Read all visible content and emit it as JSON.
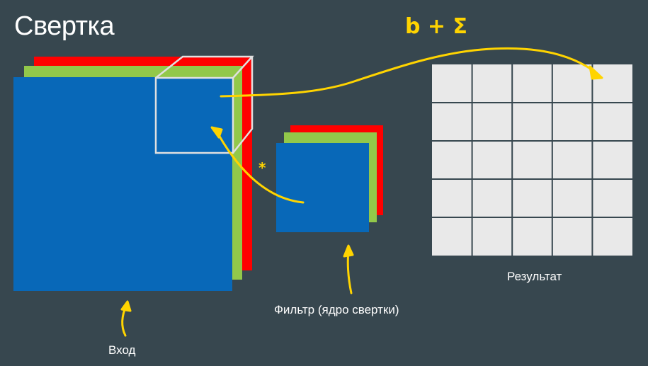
{
  "slide": {
    "title": "Свертка",
    "labels": {
      "input": "Вход",
      "filter": "Фильтр (ядро свертки)",
      "result": "Результат"
    },
    "annotations": {
      "bias_sum": "b + Σ",
      "multiply": "*"
    },
    "result_grid": {
      "rows": 5,
      "cols": 5
    },
    "colors": {
      "background": "#37474f",
      "channel_blue": "#0868b8",
      "channel_green": "#92c84a",
      "channel_red": "#ff0000",
      "grid_cell": "#e9e9e9",
      "pen_yellow": "#ffd400"
    }
  }
}
